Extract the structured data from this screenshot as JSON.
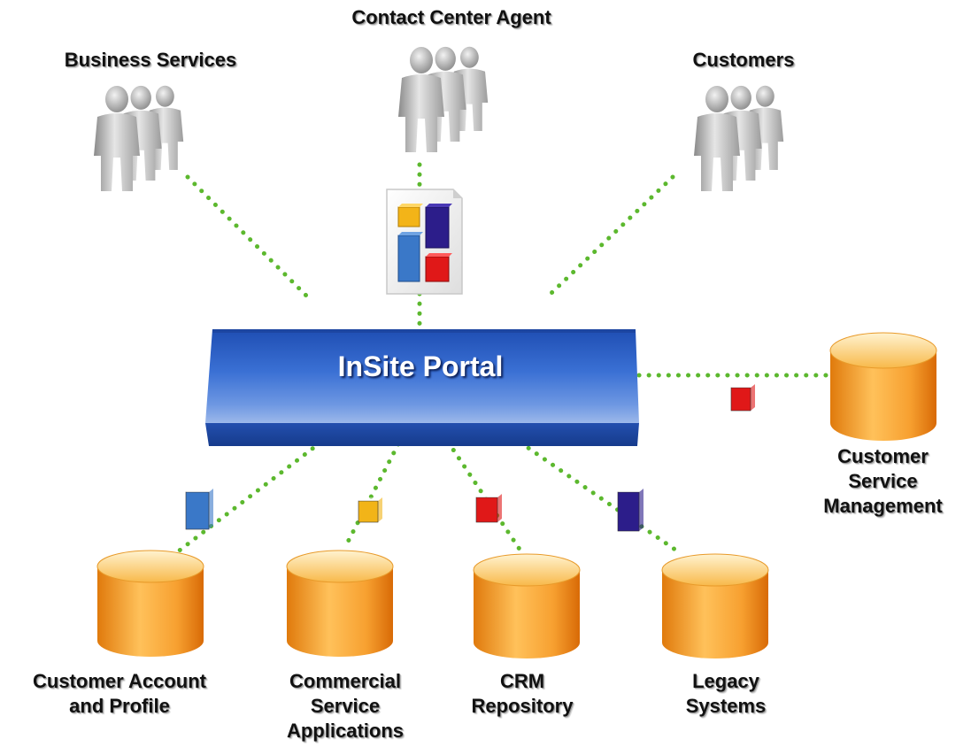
{
  "portal": {
    "title": "InSite Portal"
  },
  "user_groups": [
    {
      "id": "business",
      "label": "Business Services"
    },
    {
      "id": "agent",
      "label": "Contact Center Agent"
    },
    {
      "id": "customers",
      "label": "Customers"
    }
  ],
  "databases": [
    {
      "id": "account",
      "label": "Customer Account\nand Profile",
      "block_color": "#3a78c8"
    },
    {
      "id": "commercial",
      "label": "Commercial\nService\nApplications",
      "block_color": "#f2b418"
    },
    {
      "id": "crm",
      "label": "CRM\nRepository",
      "block_color": "#e01818"
    },
    {
      "id": "legacy",
      "label": "Legacy\nSystems",
      "block_color": "#2c1d8a"
    },
    {
      "id": "csm",
      "label": "Customer\nService\nManagement",
      "block_color": "#e01818"
    }
  ],
  "colors": {
    "connector": "#5cb82e",
    "portal": "#2e5fbf",
    "database": "#f6a42a",
    "people": "#b5b5b5"
  }
}
